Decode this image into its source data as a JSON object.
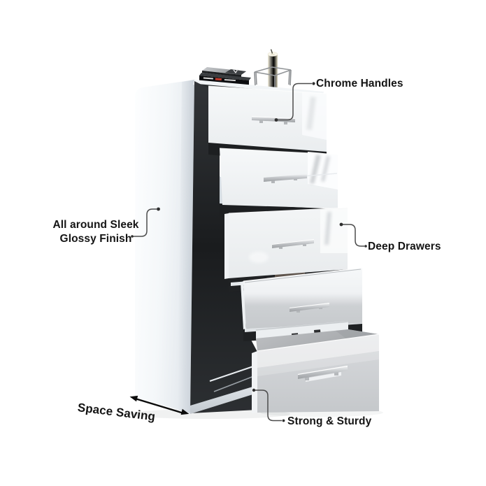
{
  "annotations": {
    "chrome_handles": "Chrome Handles",
    "glossy_finish_line1": "All around Sleek",
    "glossy_finish_line2": "Glossy Finish",
    "deep_drawers": "Deep Drawers",
    "space_saving": "Space Saving",
    "strong_sturdy": "Strong & Sturdy"
  },
  "product": {
    "type": "5-drawer tall chest, white gloss",
    "drawer_count": 5,
    "open_drawers": "drawers opened progressively more from top to bottom"
  },
  "colors": {
    "background": "#ffffff",
    "label_text": "#141414",
    "leader_line": "#4c4c4c",
    "arrow": "#0b0b0b",
    "cabinet_white": "#f2f5f7",
    "drawer_gray": "#cfd1d4",
    "interior_dark": "#1d1f21",
    "chrome_handle": "#c3c6c9",
    "candle_cream": "#f2eed9"
  }
}
